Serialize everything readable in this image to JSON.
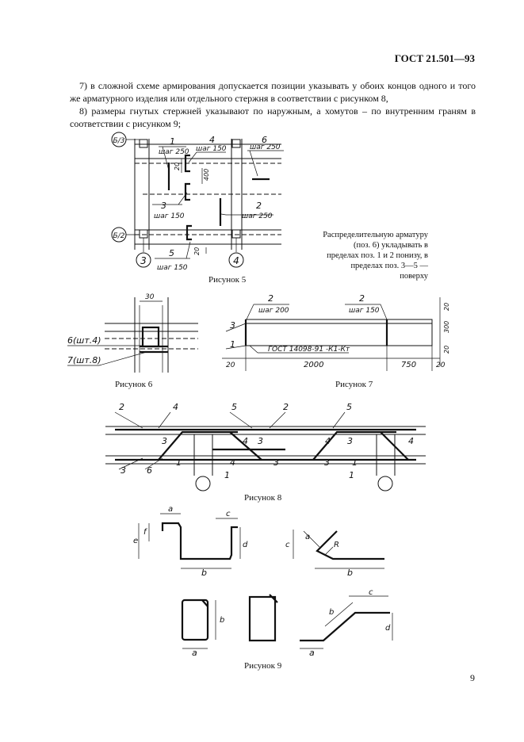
{
  "header": {
    "standard": "ГОСТ 21.501—93"
  },
  "paragraphs": {
    "p7": "7) в сложной схеме армирования допускается позиции указывать у обоих концов одного и того же арматурного изделия или отдельного стержня в соответствии с рисунком 8,",
    "p8": "8) размеры гнутых стержней указывают по наружным, а хомутов – по внутренним граням в соответствии с рисунком 9;"
  },
  "figure5": {
    "caption": "Рисунок 5",
    "axes": {
      "b3": "Б/3",
      "b2": "Б/2",
      "a3": "3",
      "a4": "4"
    },
    "labels": {
      "p1": "1",
      "s1": "шаг 250",
      "p4": "4",
      "s4": "шаг 150",
      "p6": "6",
      "s6": "шаг 250",
      "p3": "3",
      "s3": "шаг 150",
      "p2": "2",
      "s2": "шаг 250",
      "p5": "5",
      "s5": "шаг 150",
      "d20a": "20",
      "d400": "400",
      "d20b": "20"
    },
    "note": "Распределительную арматуру (поз. 6) укладывать в пределах поз. 1 и 2 понизу, в пределах поз. 3—5 — поверху"
  },
  "figure6": {
    "caption": "Рисунок 6",
    "labels": {
      "d30": "30",
      "l6": "6(шт.4)",
      "l7": "7(шт.8)"
    }
  },
  "figure7": {
    "caption": "Рисунок 7",
    "labels": {
      "p2a": "2",
      "s2a": "шаг 200",
      "p2b": "2",
      "s2b": "шаг 150",
      "p3": "3",
      "p1": "1",
      "gost": "ГОСТ 14098-91 -К1-Кт",
      "d20l": "20",
      "d2000": "2000",
      "d750": "750",
      "d20r": "20",
      "v20t": "20",
      "v300": "300",
      "v20b": "20"
    }
  },
  "figure8": {
    "caption": "Рисунок 8",
    "labels": {
      "t2a": "2",
      "t4": "4",
      "t5a": "5",
      "t2b": "2",
      "t5b": "5",
      "m3a": "3",
      "m4a": "4",
      "m3b": "3",
      "m4b": "4",
      "m3c": "3",
      "m4c": "4",
      "b3": "3",
      "b6": "6",
      "b1a": "1",
      "b1b": "1",
      "b4": "4",
      "b3b": "3",
      "b3c": "3",
      "b1c": "1",
      "b1d": "1"
    }
  },
  "figure9": {
    "caption": "Рисунок 9",
    "labels": {
      "a1": "a",
      "c1": "c",
      "e1": "e",
      "f1": "f",
      "d1": "d",
      "b1": "b",
      "c2": "c",
      "a2": "a",
      "R2": "R",
      "b2": "b",
      "b3": "b",
      "a3": "a",
      "b4": "b",
      "c4": "c",
      "d4": "d",
      "a4": "a"
    }
  },
  "page": {
    "number": "9"
  }
}
